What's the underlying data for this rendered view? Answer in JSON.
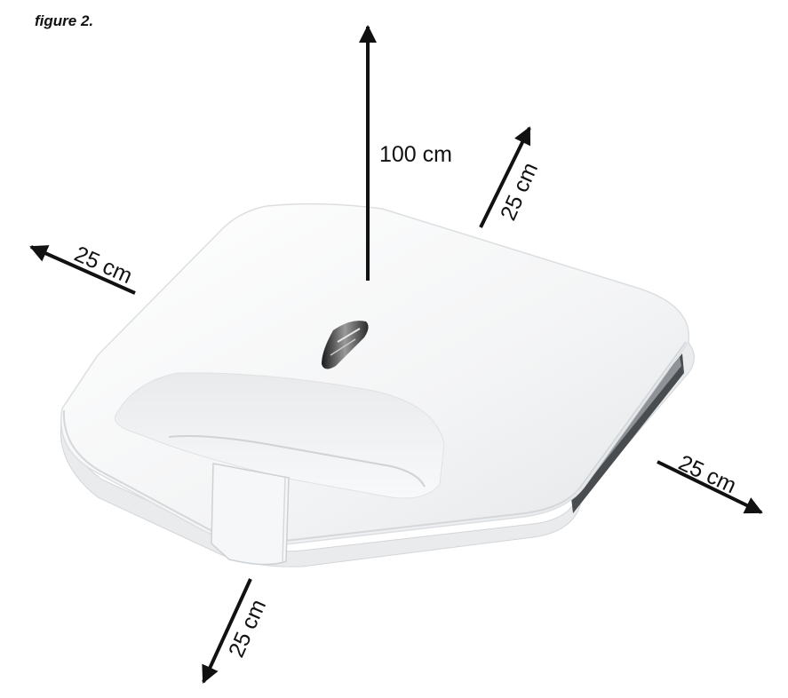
{
  "caption": "figure 2.",
  "clearances": {
    "top": "100 cm",
    "back": "25 cm",
    "left": "25 cm",
    "right": "25 cm",
    "front": "25 cm"
  },
  "colors": {
    "arrow": "#111111",
    "appliance_body": "#f4f5f6",
    "appliance_shadow": "#d9dcdf"
  }
}
